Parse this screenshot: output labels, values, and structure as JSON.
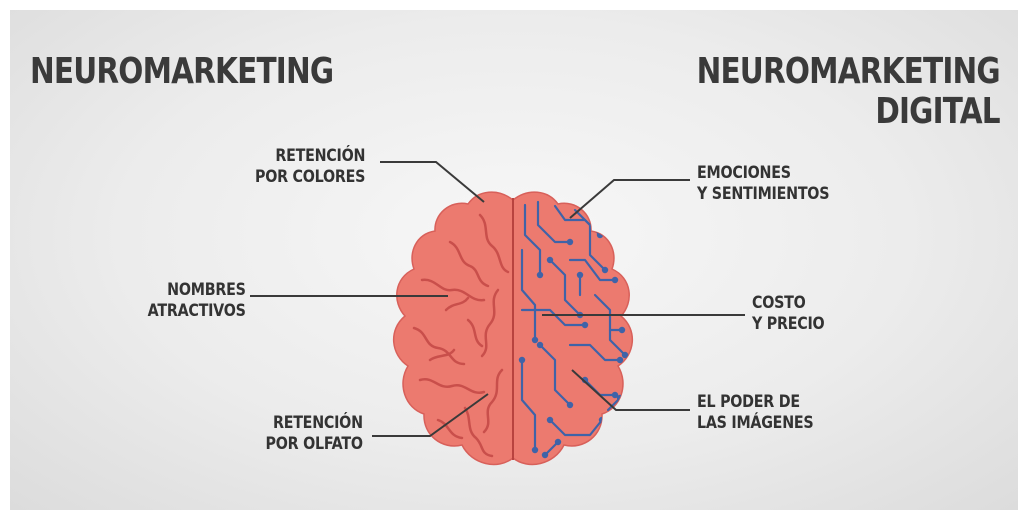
{
  "titles": {
    "left": "NEUROMARKETING",
    "right_line1": "NEUROMARKETING",
    "right_line2": "DIGITAL"
  },
  "labels": {
    "retencion_colores": [
      "RETENCIÓN",
      "POR COLORES"
    ],
    "nombres_atractivos": [
      "NOMBRES",
      "ATRACTIVOS"
    ],
    "retencion_olfato": [
      "RETENCIÓN",
      "POR OLFATO"
    ],
    "emociones": [
      "EMOCIONES",
      "Y SENTIMIENTOS"
    ],
    "costo": [
      "COSTO",
      "Y PRECIO"
    ],
    "poder_imagenes": [
      "EL PODER DE",
      "LAS IMÁGENES"
    ]
  },
  "colors": {
    "brain_fill": "#ec7a6f",
    "brain_dark": "#c94f4b",
    "circuit": "#3f63a8",
    "text": "#333333"
  }
}
